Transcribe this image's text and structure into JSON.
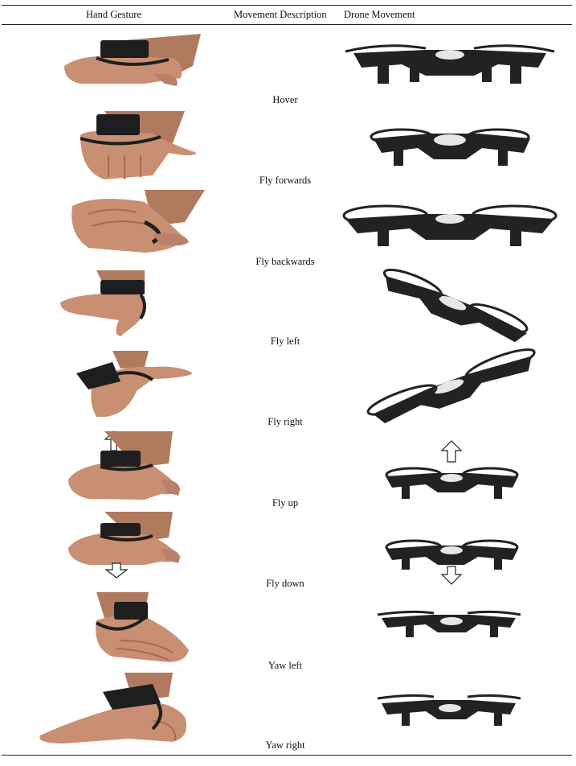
{
  "table": {
    "headers": {
      "hand_gesture": "Hand Gesture",
      "movement_description": "Movement Description",
      "drone_movement": "Drone Movement"
    },
    "rows": [
      {
        "description": "Hover",
        "arrow": "none"
      },
      {
        "description": "Fly forwards",
        "arrow": "none"
      },
      {
        "description": "Fly backwards",
        "arrow": "none"
      },
      {
        "description": "Fly left",
        "arrow": "none"
      },
      {
        "description": "Fly right",
        "arrow": "none"
      },
      {
        "description": "Fly up",
        "arrow": "up"
      },
      {
        "description": "Fly down",
        "arrow": "down"
      },
      {
        "description": "Yaw left",
        "arrow": "none"
      },
      {
        "description": "Yaw right",
        "arrow": "none"
      }
    ]
  },
  "colors": {
    "skin": "#c98f72",
    "skin_shadow": "#a86a52",
    "strap": "#1e1e1e",
    "drone_body": "#222222",
    "drone_cover": "#e6e6e6"
  }
}
